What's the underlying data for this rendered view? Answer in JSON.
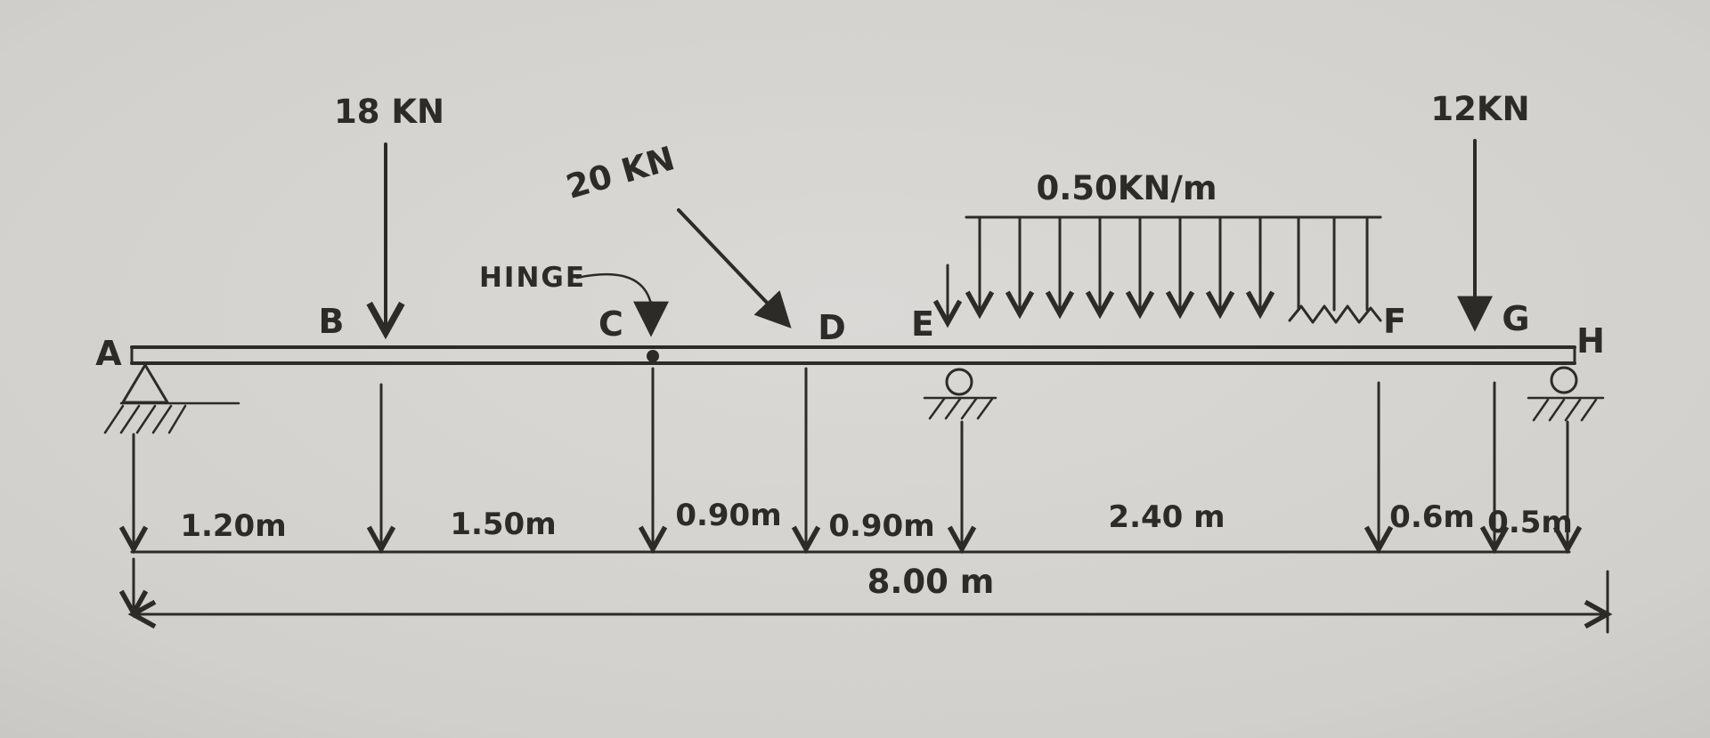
{
  "loads": {
    "b": "18 KN",
    "d": "20 KN",
    "g": "12KN",
    "udl": "0.50KN/m"
  },
  "hinge_label": "HINGE",
  "nodes": {
    "a": "A",
    "b": "B",
    "c": "C",
    "d": "D",
    "e": "E",
    "f": "F",
    "g": "G",
    "h": "H"
  },
  "dims": {
    "ab": "1.20m",
    "bc": "1.50m",
    "cd": "0.90m",
    "de": "0.90m",
    "ef": "2.40 m",
    "fg": "0.6m",
    "gh": "0.5m",
    "total": "8.00 m"
  },
  "colors": {
    "ink": "#2d2b28",
    "paper": "#d4d2ce"
  }
}
